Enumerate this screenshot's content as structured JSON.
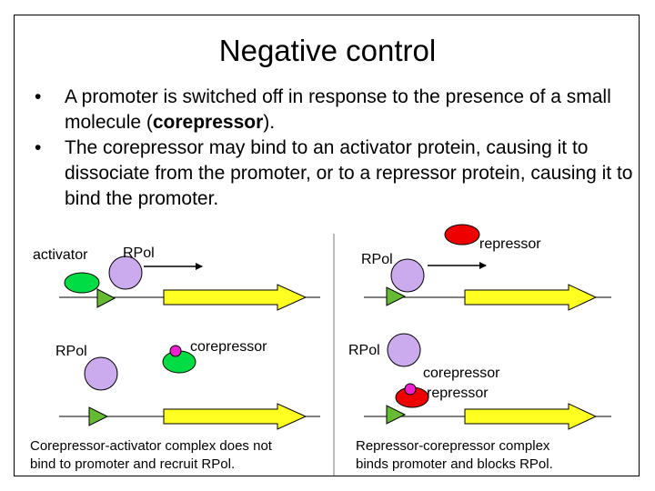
{
  "title": "Negative control",
  "bullets": [
    {
      "pre": "A promoter is switched off in response to the presence of a small molecule (",
      "bold": "corepressor",
      "post": ")."
    },
    {
      "pre": "The corepressor may bind to an activator protein, causing it to dissociate from the promoter, or to a repressor protein, causing it to bind the promoter.",
      "bold": "",
      "post": ""
    }
  ],
  "labels": {
    "activator": "activator",
    "rpol": "RPol",
    "repressor": "repressor",
    "corepressor": "corepressor"
  },
  "captions": {
    "left_line1": "Corepressor-activator complex does not",
    "left_line2": "bind to promoter and recruit RPol.",
    "right_line1": "Repressor-corepressor complex",
    "right_line2": "binds promoter and blocks RPol."
  },
  "colors": {
    "activator": "#00dd44",
    "promoter": "#66bb33",
    "rpol": "#ccaaee",
    "gene": "#ffff22",
    "repressor": "#ee0000",
    "corepressor": "#ee22cc"
  }
}
